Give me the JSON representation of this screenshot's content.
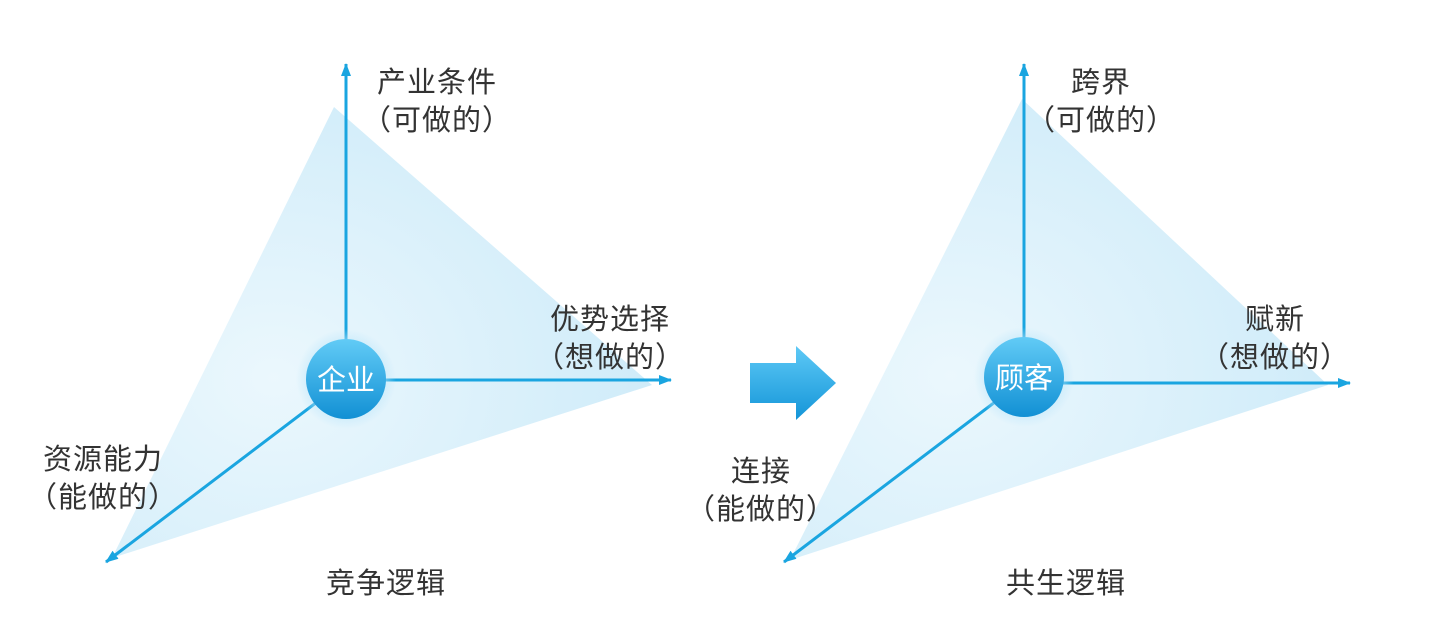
{
  "colors": {
    "axis": "#1aa5e0",
    "fill_light": "#d9f0fb",
    "fill_edge": "#c3e6f7",
    "node_top": "#58c6f5",
    "node_bottom": "#1293d6",
    "arrow_top": "#5cc8f5",
    "arrow_bottom": "#1495d8",
    "text": "#333333",
    "node_text": "#ffffff"
  },
  "left_diagram": {
    "node": "企业",
    "top_axis": {
      "line1": "产业条件",
      "line2": "（可做的）"
    },
    "right_axis": {
      "line1": "优势选择",
      "line2": "（想做的）"
    },
    "left_axis": {
      "line1": "资源能力",
      "line2": "（能做的）"
    },
    "caption": "竞争逻辑"
  },
  "transition_icon": "right-arrow-icon",
  "right_diagram": {
    "node": "顾客",
    "top_axis": {
      "line1": "跨界",
      "line2": "（可做的）"
    },
    "right_axis": {
      "line1": "赋新",
      "line2": "（想做的）"
    },
    "left_axis": {
      "line1": "连接",
      "line2": "（能做的）"
    },
    "caption": "共生逻辑"
  }
}
